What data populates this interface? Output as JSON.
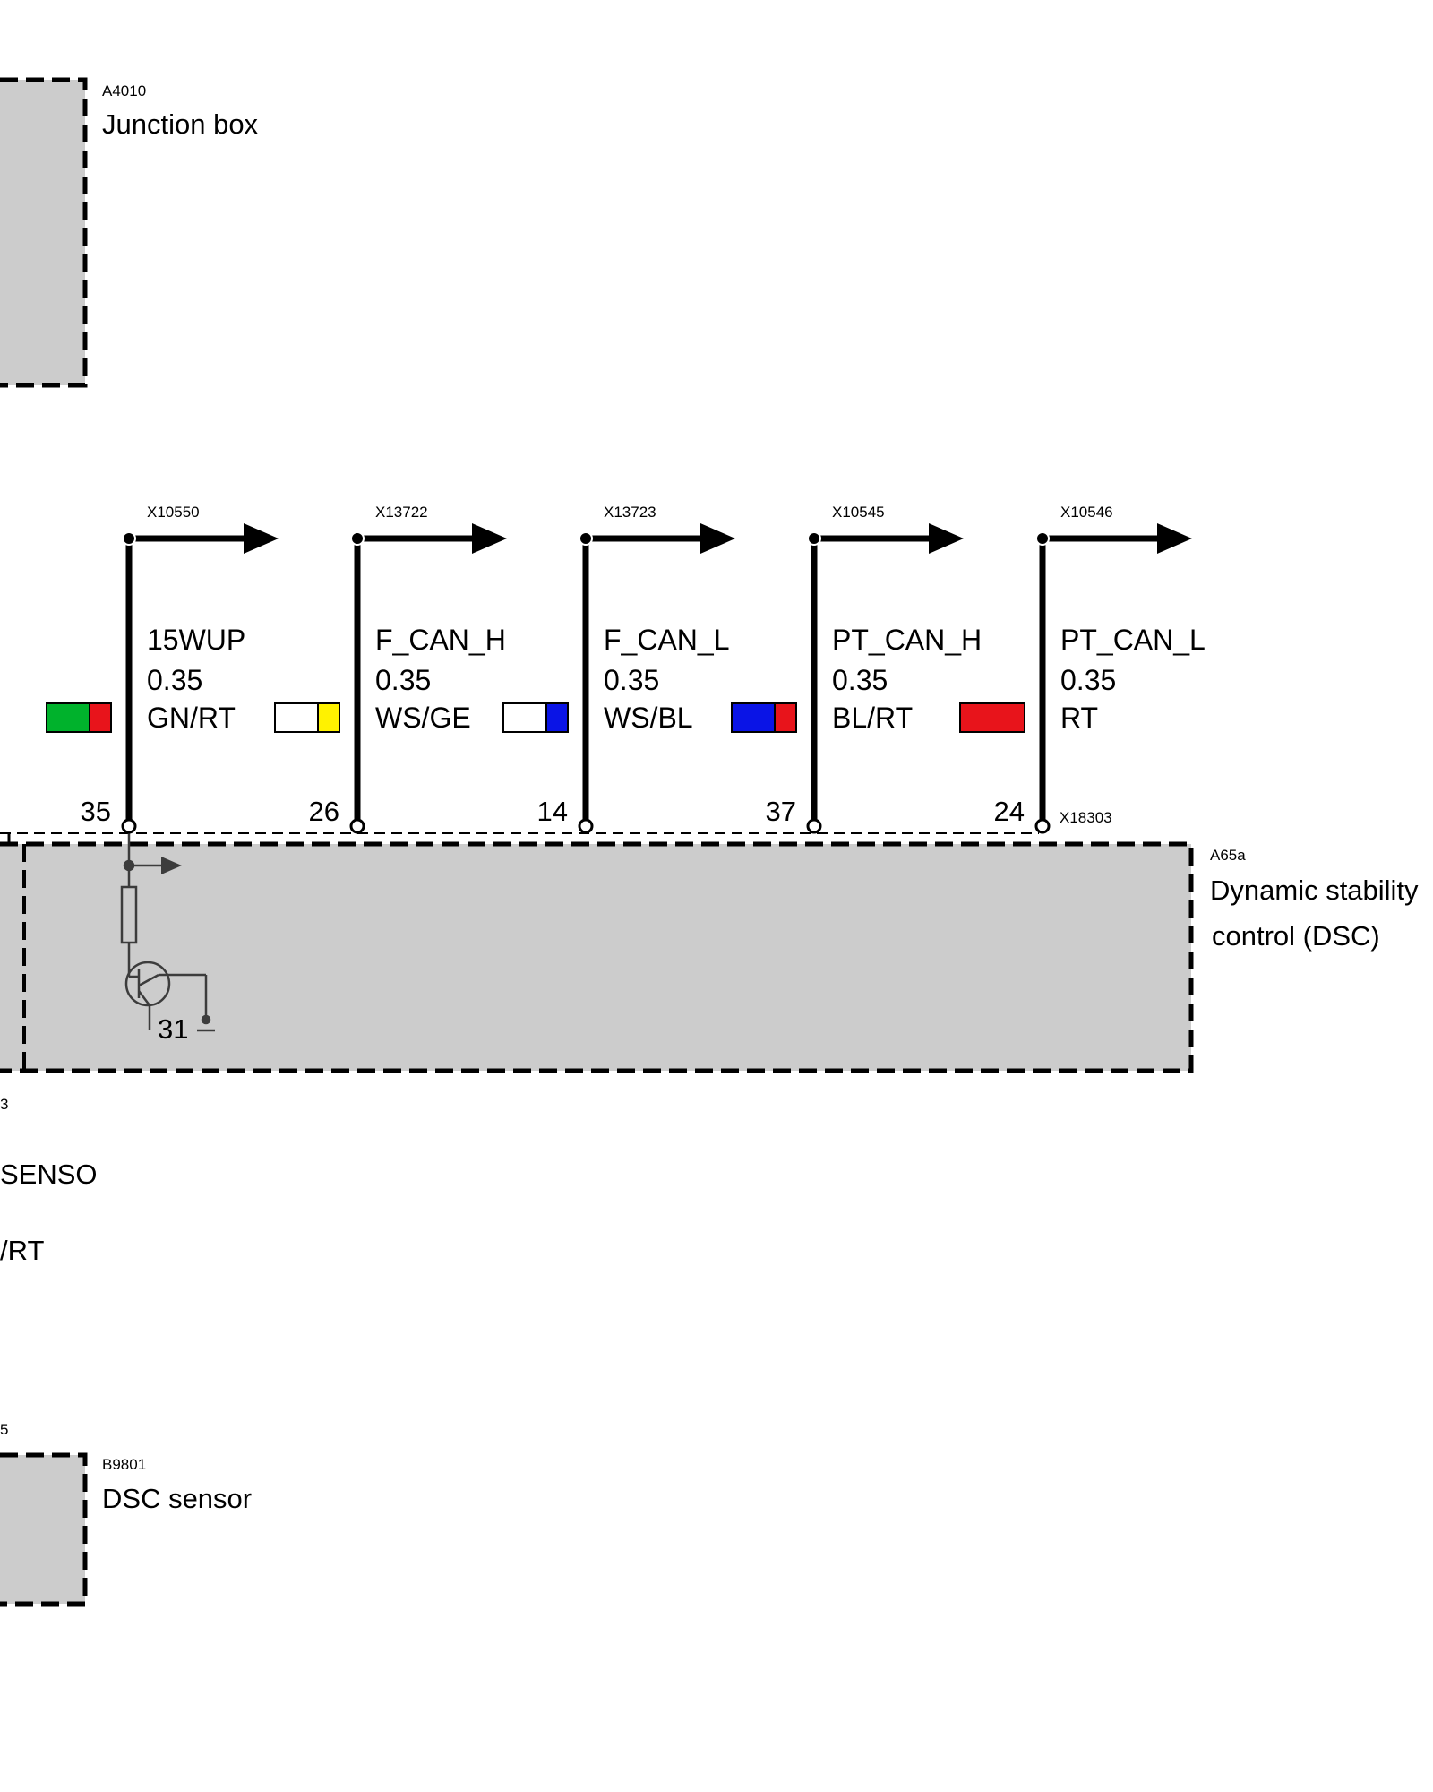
{
  "components": {
    "junction_box": {
      "id": "A4010",
      "name": "Junction box"
    },
    "dsc": {
      "id": "A65a",
      "name_line1": "Dynamic stability",
      "name_line2": "control (DSC)"
    },
    "dsc_sensor": {
      "id": "B9801",
      "name": "DSC sensor"
    }
  },
  "connector_dsc": "X18303",
  "internal_ground_label": "31",
  "partial_labels": {
    "id_fragment_1": "3",
    "signal_fragment": "SENSO",
    "color_fragment": "/RT",
    "id_fragment_2": "5"
  },
  "wires": [
    {
      "connector": "X10550",
      "signal": "15WUP",
      "gauge": "0.35",
      "color_code": "GN/RT",
      "pin": "35",
      "colors": [
        "#00b22c",
        "#e8141b"
      ]
    },
    {
      "connector": "X13722",
      "signal": "F_CAN_H",
      "gauge": "0.35",
      "color_code": "WS/GE",
      "pin": "26",
      "colors": [
        "#ffffff",
        "#fff200"
      ]
    },
    {
      "connector": "X13723",
      "signal": "F_CAN_L",
      "gauge": "0.35",
      "color_code": "WS/BL",
      "pin": "14",
      "colors": [
        "#ffffff",
        "#0a14e6"
      ]
    },
    {
      "connector": "X10545",
      "signal": "PT_CAN_H",
      "gauge": "0.35",
      "color_code": "BL/RT",
      "pin": "37",
      "colors": [
        "#0a14e6",
        "#e8141b"
      ]
    },
    {
      "connector": "X10546",
      "signal": "PT_CAN_L",
      "gauge": "0.35",
      "color_code": "RT",
      "pin": "24",
      "colors": [
        "#e8141b"
      ]
    }
  ],
  "style": {
    "box_fill": "#cccccc",
    "line": "#000000",
    "internal_line": "#3c3c3c"
  }
}
